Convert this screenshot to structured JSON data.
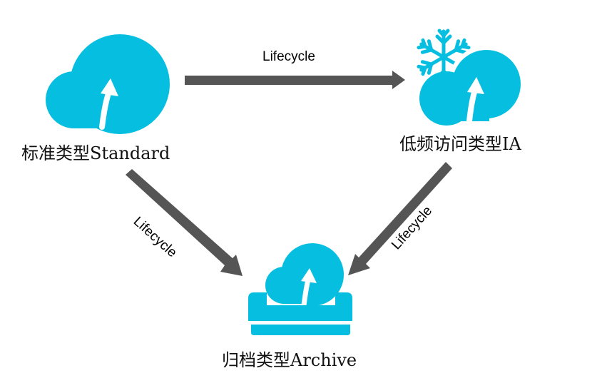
{
  "colors": {
    "cloud": "#06bfe0",
    "arrow": "#555555",
    "background": "#ffffff"
  },
  "nodes": {
    "standard": {
      "label": "标准类型Standard",
      "icon": "cloud-upload-icon"
    },
    "ia": {
      "label": "低频访问类型IA",
      "icon": "cloud-snowflake-icon"
    },
    "archive": {
      "label": "归档类型Archive",
      "icon": "cloud-archive-box-icon"
    }
  },
  "edges": [
    {
      "from": "standard",
      "to": "ia",
      "label": "Lifecycle"
    },
    {
      "from": "standard",
      "to": "archive",
      "label": "Lifecycle"
    },
    {
      "from": "ia",
      "to": "archive",
      "label": "Lifecycle"
    }
  ]
}
